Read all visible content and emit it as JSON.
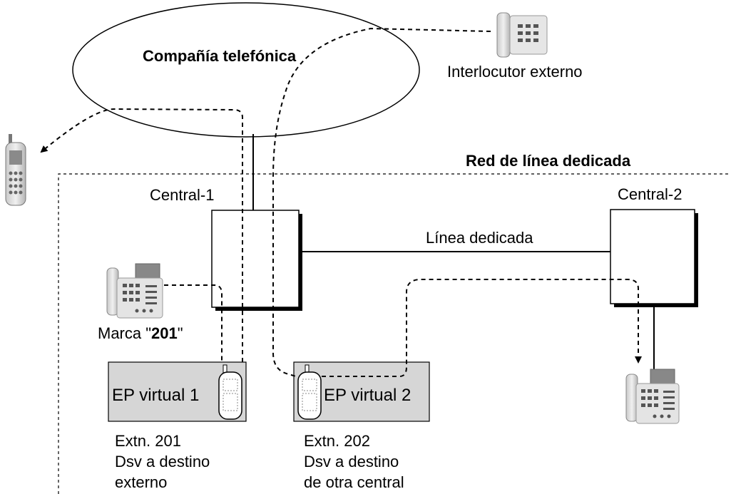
{
  "diagram": {
    "phone_company": "Compañía telefónica",
    "external_party": "Interlocutor externo",
    "network_title": "Red de línea dedicada",
    "pbx1_label": "Central-1",
    "pbx2_label": "Central-2",
    "tie_line_label": "Línea dedicada",
    "dial_prefix": "Marca \"",
    "dial_number": "201",
    "dial_suffix": "\"",
    "vps1_label": "EP virtual 1",
    "vps2_label": "EP virtual 2",
    "ext1": {
      "line1": "Extn. 201",
      "line2": "Dsv a destino",
      "line3": "externo"
    },
    "ext2": {
      "line1": "Extn. 202",
      "line2": "Dsv a destino",
      "line3": "de otra central"
    }
  },
  "icons": {
    "external_phone": "desk-phone-icon",
    "cellular": "mobile-phone-icon",
    "caller": "multiline-phone-icon",
    "destination": "multiline-phone-icon",
    "handset": "cordless-handset-icon"
  }
}
